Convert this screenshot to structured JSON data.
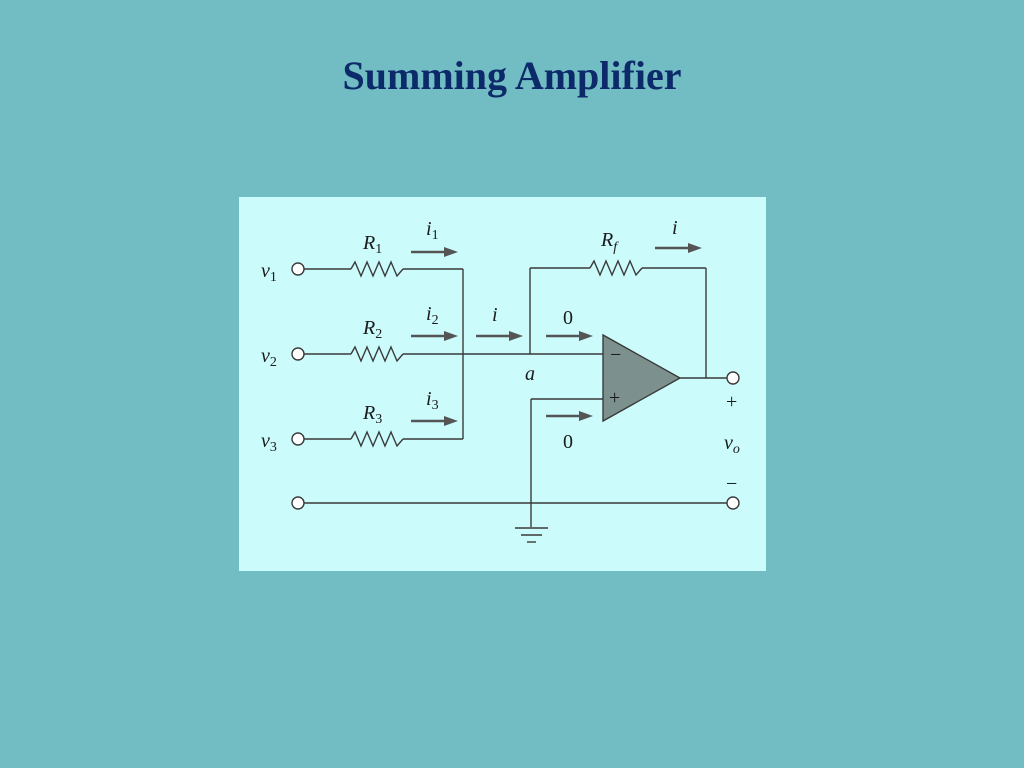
{
  "slide": {
    "title": "Summing Amplifier"
  },
  "diagram": {
    "inputs": [
      {
        "voltage": "v",
        "voltage_sub": "1",
        "resistor": "R",
        "resistor_sub": "1",
        "current": "i",
        "current_sub": "1"
      },
      {
        "voltage": "v",
        "voltage_sub": "2",
        "resistor": "R",
        "resistor_sub": "2",
        "current": "i",
        "current_sub": "2"
      },
      {
        "voltage": "v",
        "voltage_sub": "3",
        "resistor": "R",
        "resistor_sub": "3",
        "current": "i",
        "current_sub": "3"
      }
    ],
    "feedback_resistor": {
      "label": "R",
      "sub": "f"
    },
    "feedback_current": "i",
    "node_current": "i",
    "node_label": "a",
    "inverting_input_current": "0",
    "noninverting_input_current": "0",
    "opamp_minus": "−",
    "opamp_plus": "+",
    "output": {
      "label": "v",
      "sub": "o",
      "plus": "+",
      "minus": "−"
    },
    "colors": {
      "panel": "#ccfbfc",
      "opamp_fill": "#7c918d",
      "arrow": "#555555",
      "background": "#72bdc3",
      "title": "#0c2a6a"
    }
  }
}
